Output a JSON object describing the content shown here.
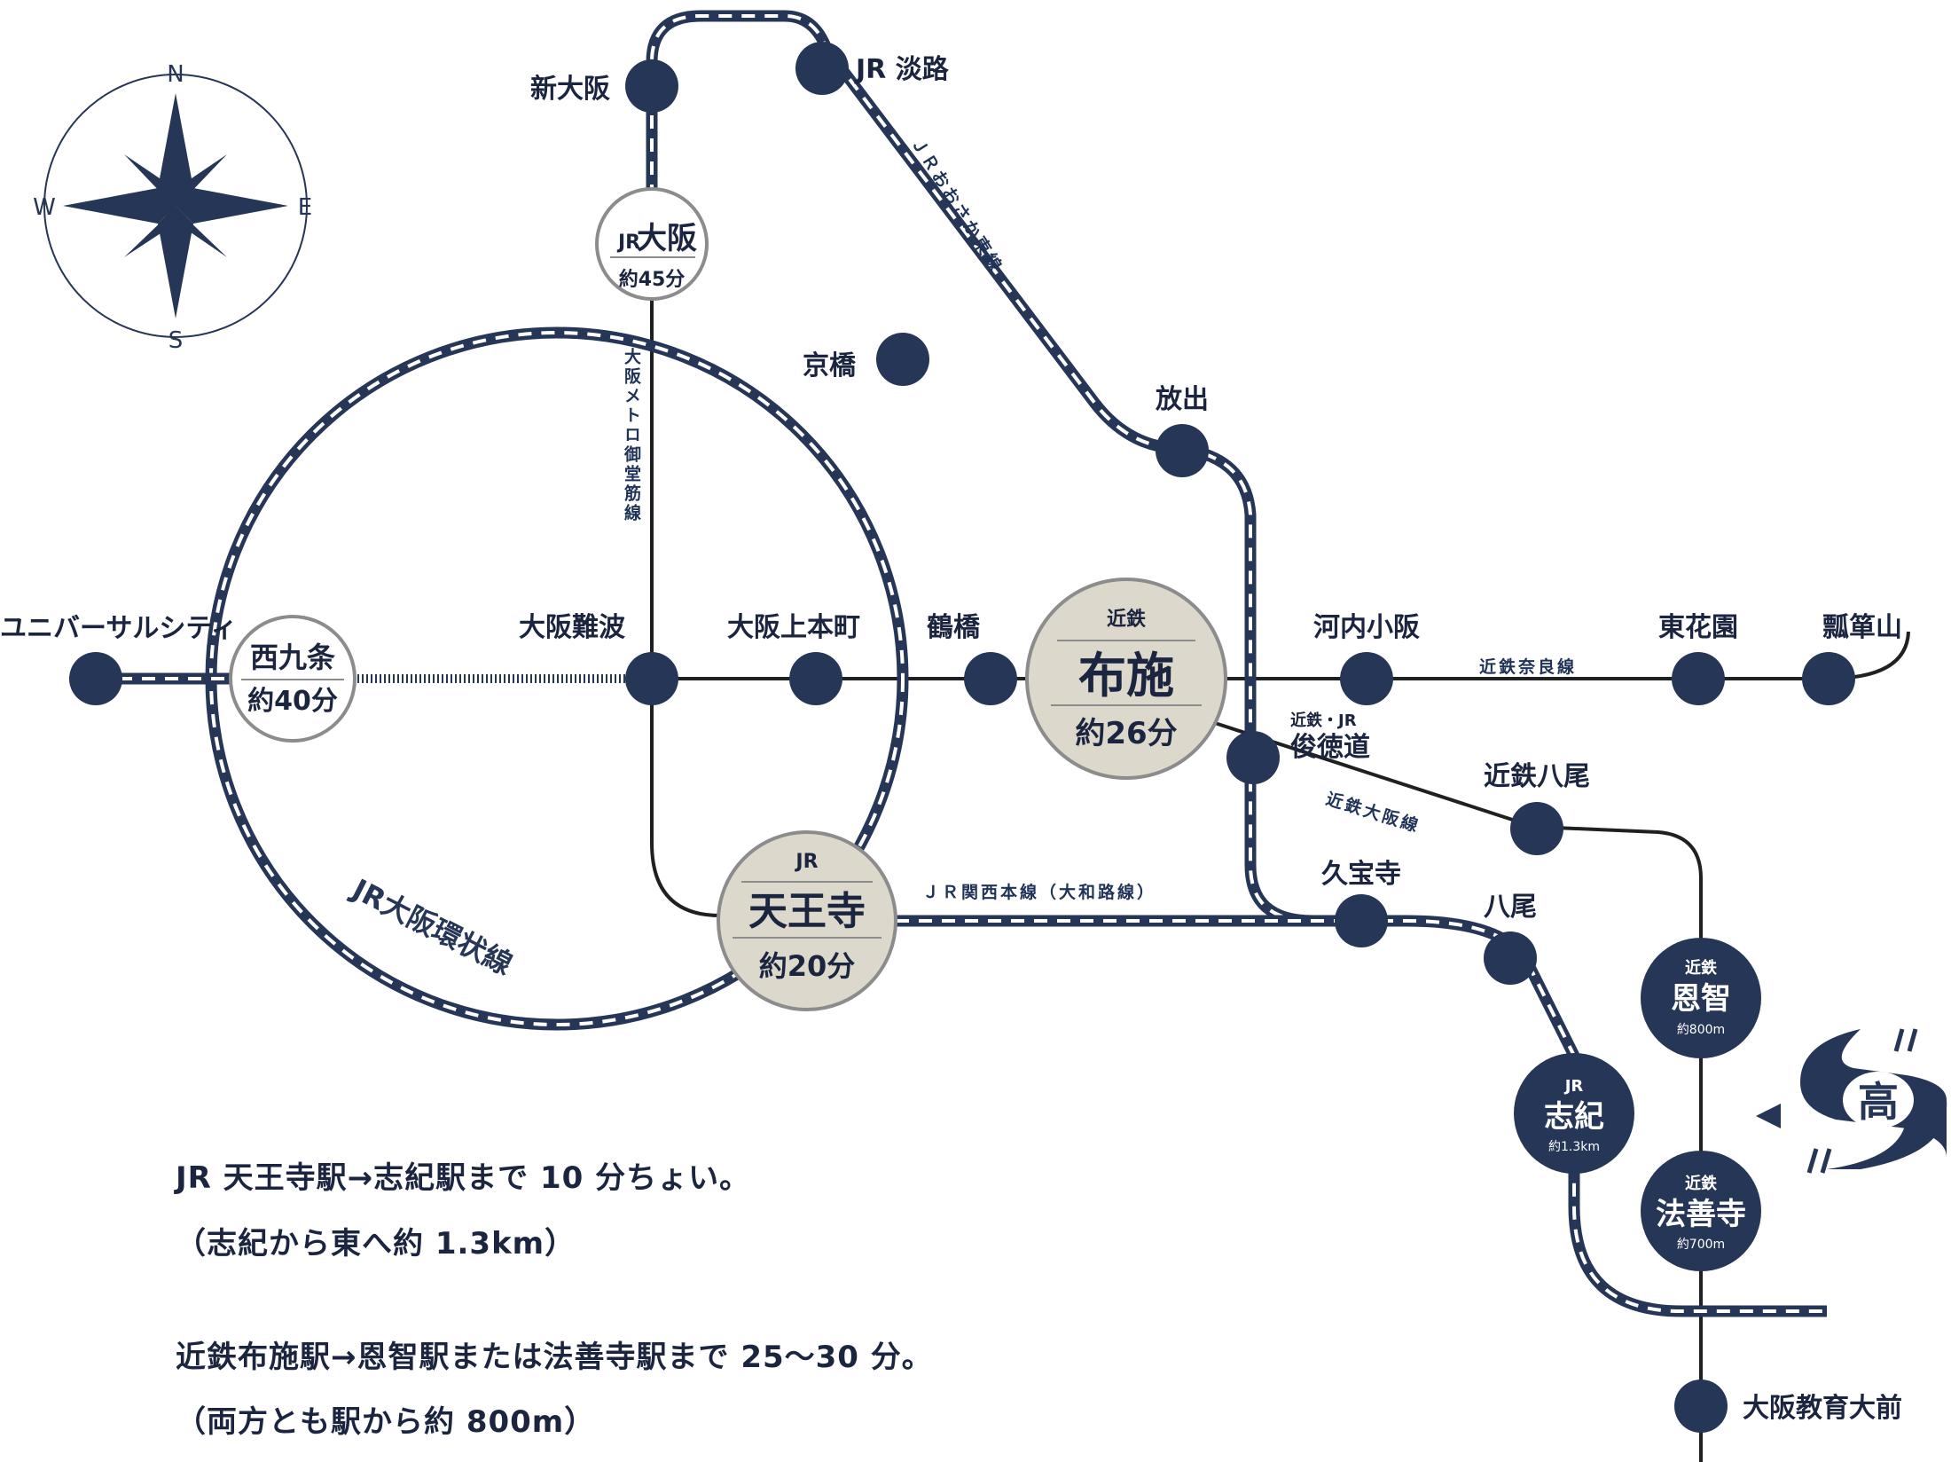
{
  "colors": {
    "navy": "#263657",
    "line": "#1e2022",
    "beige": "#dcd8cc",
    "ring": "#8c8c8c"
  },
  "compass": {
    "n": "N",
    "s": "S",
    "e": "E",
    "w": "W"
  },
  "lines": {
    "jr_osaka_higashi": "ＪＲおおさか東線",
    "midosuji": "大阪メトロ御堂筋線",
    "kintetsu_nara": "近鉄奈良線",
    "kintetsu_osaka": "近鉄大阪線",
    "jr_kansai": "ＪＲ関西本線（大和路線）",
    "jr_loop": "JR大阪環状線"
  },
  "stations": {
    "shin_osaka": "新大阪",
    "jr_awaji": "JR 淡路",
    "kyobashi": "京橋",
    "hanaten": "放出",
    "usj": "ユニバーサルシティ",
    "namba": "大阪難波",
    "uehonmachi": "大阪上本町",
    "tsuruhashi": "鶴橋",
    "kawachi_kosaka": "河内小阪",
    "higashi_hanazono": "東花園",
    "hyotanyama": "瓢箪山",
    "shuntokumichi_pre": "近鉄・JR",
    "shuntokumichi": "俊徳道",
    "kintetsu_yao": "近鉄八尾",
    "kyuhoji": "久宝寺",
    "yao": "八尾",
    "osaka_kyoiku": "大阪教育大前"
  },
  "big_stations": {
    "osaka": {
      "pre": "JR",
      "name": "大阪",
      "time": "約45分"
    },
    "nishikujo": {
      "name": "西九条",
      "time": "約40分"
    },
    "fuse": {
      "pre": "近鉄",
      "name": "布施",
      "time": "約26分"
    },
    "tennoji": {
      "pre": "JR",
      "name": "天王寺",
      "time": "約20分"
    }
  },
  "dest_stations": {
    "onji": {
      "pre": "近鉄",
      "name": "恩智",
      "dist": "約800m"
    },
    "shiki": {
      "pre": "JR",
      "name": "志紀",
      "dist": "約1.3km"
    },
    "hozenji": {
      "pre": "近鉄",
      "name": "法善寺",
      "dist": "約700m"
    }
  },
  "logo": {
    "text": "高"
  },
  "notes": {
    "line1": "JR 天王寺駅→志紀駅まで 10 分ちょい。",
    "line2": "（志紀から東へ約 1.3km）",
    "line3": "近鉄布施駅→恩智駅または法善寺駅まで 25〜30 分。",
    "line4": "（両方とも駅から約 800m）"
  }
}
